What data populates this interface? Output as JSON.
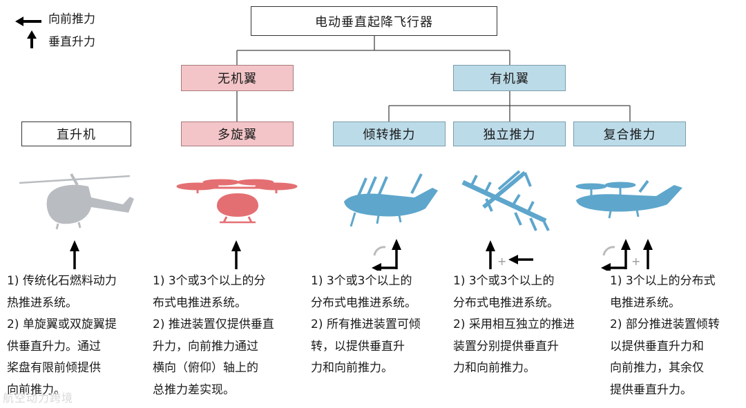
{
  "legend": {
    "forward": "向前推力",
    "vertical": "垂直升力"
  },
  "root": "电动垂直起降飞行器",
  "categories": {
    "wingless": "无机翼",
    "winged": "有机翼"
  },
  "types": {
    "helicopter": "直升机",
    "multirotor": "多旋翼",
    "tilt": "倾转推力",
    "independent": "独立推力",
    "compound": "复合推力"
  },
  "descriptions": {
    "helicopter": [
      "1) 传统化石燃料动力",
      "热推进系统。",
      "2) 单旋翼或双旋翼提",
      "供垂直升力。通过",
      "桨盘有限前倾提供",
      "向前推力。"
    ],
    "multirotor": [
      "1) 3个或3个以上的分",
      "布式电推进系统。",
      "2) 推进装置仅提供垂直",
      "升力，向前推力通过",
      "横向（俯仰）轴上的",
      "总推力差实现。"
    ],
    "tilt": [
      "1) 3个或3个以上的",
      "分布式电推进系统。",
      "2) 所有推进装置可倾",
      "转，以提供垂直升",
      "力和向前推力。"
    ],
    "independent": [
      "1) 3个或3个以上的",
      "分布式电推进系统。",
      "2) 采用相互独立的推进",
      "装置分别提供垂直升",
      "力和向前推力。"
    ],
    "compound": [
      "1) 3个以上的分布式",
      "电推进系统。",
      "2) 部分推进装置倾转",
      "以提供垂直升力和",
      "向前推力，其余仅",
      "提供垂直升力。"
    ]
  },
  "watermark": "航空动力跨境",
  "colors": {
    "pink_fill": "#f3c5c8",
    "blue_fill": "#bcdbe9",
    "helicopter_silhouette": "#b9bcc0",
    "multirotor_silhouette": "#e46f72",
    "winged_silhouette": "#5ea6cc"
  }
}
